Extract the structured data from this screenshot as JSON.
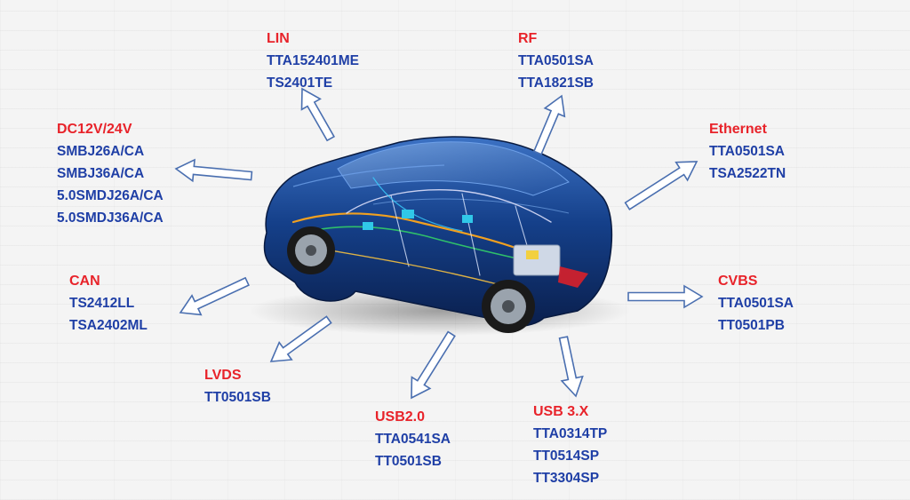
{
  "colors": {
    "title": "#e8232a",
    "part": "#1f3fa6",
    "arrow_stroke": "#4a6fb0",
    "arrow_fill": "#ffffff",
    "car_body": "#12306e",
    "car_highlight": "#4f86d6",
    "harness": "#f0a020",
    "harness_alt": "#2fbf6a"
  },
  "icons": {
    "car": "car-harness-illustration",
    "arrow": "hollow-arrow-icon"
  },
  "groups": {
    "lin": {
      "title": "LIN",
      "parts": [
        "TTA152401ME",
        "TS2401TE"
      ]
    },
    "rf": {
      "title": "RF",
      "parts": [
        "TTA0501SA",
        "TTA1821SB"
      ]
    },
    "dc": {
      "title": "DC12V/24V",
      "parts": [
        "SMBJ26A/CA",
        "SMBJ36A/CA",
        "5.0SMDJ26A/CA",
        "5.0SMDJ36A/CA"
      ]
    },
    "ethernet": {
      "title": "Ethernet",
      "parts": [
        "TTA0501SA",
        "TSA2522TN"
      ]
    },
    "can": {
      "title": "CAN",
      "parts": [
        "TS2412LL",
        "TSA2402ML"
      ]
    },
    "cvbs": {
      "title": "CVBS",
      "parts": [
        "TTA0501SA",
        "TT0501PB"
      ]
    },
    "lvds": {
      "title": "LVDS",
      "parts": [
        "TT0501SB"
      ]
    },
    "usb2": {
      "title": "USB2.0",
      "parts": [
        "TTA0541SA",
        "TT0501SB"
      ]
    },
    "usb3": {
      "title": "USB 3.X",
      "parts": [
        "TTA0314TP",
        "TT0514SP",
        "TT3304SP"
      ]
    }
  }
}
